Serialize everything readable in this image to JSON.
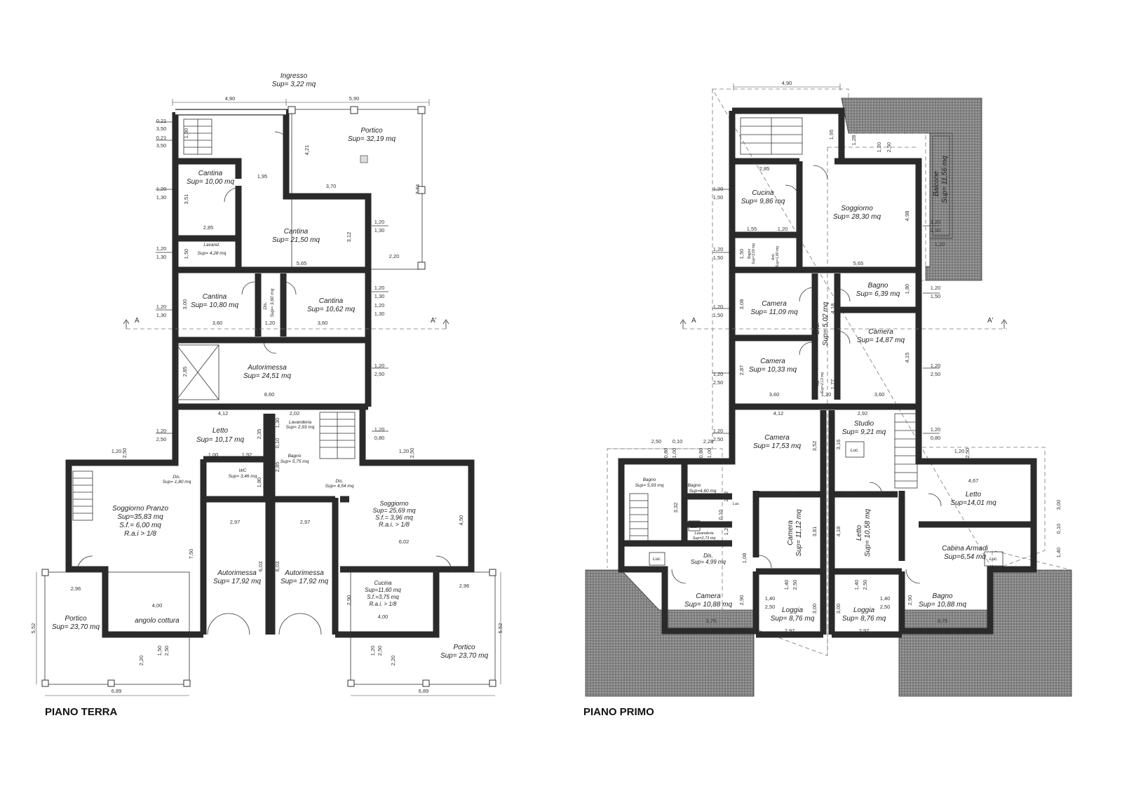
{
  "titles": {
    "ground_floor": "PIANO TERRA",
    "first_floor": "PIANO PRIMO"
  },
  "section_marks": {
    "left": "A",
    "right": "A'"
  },
  "ground_rooms": [
    {
      "name": "Ingresso",
      "area": "Sup= 3,22 mq"
    },
    {
      "name": "Portico",
      "area": "Sup= 32,19 mq"
    },
    {
      "name": "Cantina",
      "area": "Sup= 10,00 mq"
    },
    {
      "name": "Cantina",
      "area": "Sup= 21,50 mq"
    },
    {
      "name": "Lavand.",
      "area": "Sup= 4,28 mq"
    },
    {
      "name": "Cantina",
      "area": "Sup= 10,80 mq"
    },
    {
      "name": "Dis.",
      "area": "Sup= 3,60 mq"
    },
    {
      "name": "Cantina",
      "area": "Sup= 10,62 mq"
    },
    {
      "name": "Autorimessa",
      "area": "Sup= 24,51 mq"
    },
    {
      "name": "Letto",
      "area": "Sup= 10,17 mq"
    },
    {
      "name": "Lavanderia",
      "area": "Sup= 2,93 mq"
    },
    {
      "name": "Bagno",
      "area": "Sup= 5,75 mq"
    },
    {
      "name": "WC",
      "area": "Sup= 3,46 mq"
    },
    {
      "name": "Dis.",
      "area": "Sup= 1,80 mq"
    },
    {
      "name": "Dis.",
      "area": "Sup= 4,54 mq"
    },
    {
      "name": "Soggiorno Pranzo",
      "area": "Sup=35,83 mq",
      "sf": "S.f.= 6,00 mq",
      "rai": "R.a.i > 1/8"
    },
    {
      "name": "Soggiorno",
      "area": "Sup= 25,69 mq",
      "sf": "S.f.= 3,96 mq",
      "rai": "R.a.i. > 1/8"
    },
    {
      "name": "Autorimessa",
      "area": "Sup= 17,92 mq"
    },
    {
      "name": "Autorimessa",
      "area": "Sup= 17,92 mq"
    },
    {
      "name": "Cucina",
      "area": "Sup=11,60 mq",
      "sf": "S.f.=3,75 mq",
      "rai": "R.a.i. > 1/8"
    },
    {
      "name": "Portico",
      "area": "Sup= 23,70 mq"
    },
    {
      "name": "Portico",
      "area": "Sup= 23,70 mq"
    },
    {
      "name": "angolo cottura"
    }
  ],
  "first_rooms": [
    {
      "name": "Cucina",
      "area": "Sup= 9,86 mq"
    },
    {
      "name": "Soggiorno",
      "area": "Sup= 28,30 mq"
    },
    {
      "name": "Balcone",
      "area": "Sup= 11,56 mq"
    },
    {
      "name": "Bagno",
      "area": "Sup=3,59 mq"
    },
    {
      "name": "Anti.",
      "area": "Sup=1,80 mq"
    },
    {
      "name": "Camera",
      "area": "Sup= 11,09 mq"
    },
    {
      "name": "Bagno",
      "area": "Sup= 6,39 mq"
    },
    {
      "name": "Dis.",
      "area": "Sup= 5,02 mq"
    },
    {
      "name": "Camera",
      "area": "Sup= 14,87 mq"
    },
    {
      "name": "Camera",
      "area": "Sup= 10,33 mq"
    },
    {
      "name": "Rip.",
      "area": "Sup=2,13 mq"
    },
    {
      "name": "Camera",
      "area": "Sup= 17,53 mq"
    },
    {
      "name": "Studio",
      "area": "Sup= 9,21 mq"
    },
    {
      "name": "Bagno",
      "area": "Sup= 5,93 mq"
    },
    {
      "name": "Bagno",
      "area": "Sup=4,60 mq"
    },
    {
      "name": "Lavanderia",
      "area": "Sup=2,73 mq"
    },
    {
      "name": "Camera",
      "area": "Sup= 11,12 mq"
    },
    {
      "name": "Letto",
      "area": "Sup= 10,58 mq"
    },
    {
      "name": "Letto",
      "area": "Sup=14,01 mq"
    },
    {
      "name": "Cabina Armadi",
      "area": "Sup=6,54 mq"
    },
    {
      "name": "Dis.",
      "area": "Sup= 4,99 mq"
    },
    {
      "name": "Camera",
      "area": "Sup= 10,88 mq"
    },
    {
      "name": "Loggia",
      "area": "Sup= 8,76 mq"
    },
    {
      "name": "Loggia",
      "area": "Sup= 8,76 mq"
    },
    {
      "name": "Bagno",
      "area": "Sup= 10,88 mq"
    },
    {
      "name": "Luc."
    },
    {
      "name": "Luc."
    },
    {
      "name": "Luc."
    },
    {
      "name": "Luc."
    },
    {
      "name": "Luc."
    }
  ],
  "ground_dims": [
    "4,90",
    "5,90",
    "0,21",
    "3,50",
    "0,21",
    "3,50",
    "1,90",
    "4,21",
    "7,74",
    "1,95",
    "3,70",
    "1,20",
    "1,30",
    "3,51",
    "2,85",
    "1,20",
    "1,30",
    "1,20",
    "1,30",
    "1,50",
    "5,65",
    "2,20",
    "3,12",
    "1,20",
    "1,30",
    "3,00",
    "3,60",
    "1,20",
    "3,60",
    "1,20",
    "1,30",
    "1,20",
    "1,30",
    "2,85",
    "1,20",
    "2,50",
    "8,60",
    "4,12",
    "2,02",
    "1,20",
    "2,50",
    "1,30",
    "1,20",
    "0,80",
    "2,35",
    "0,10",
    "2,85",
    "1,00",
    "1,92",
    "1,20",
    "2,50",
    "1,20",
    "2,50",
    "1,80",
    "2,97",
    "2,97",
    "4,50",
    "6,02",
    "7,50",
    "6,03",
    "6,03",
    "2,96",
    "2,96",
    "4,00",
    "2,90",
    "4,00",
    "5,52",
    "5,52",
    "2,20",
    "1,50",
    "2,50",
    "2,20",
    "1,20",
    "2,50",
    "6,89",
    "6,89"
  ],
  "first_dims": [
    "4,90",
    "1,95",
    "1,28",
    "1,20",
    "2,50",
    "2,85",
    "1,20",
    "1,50",
    "4,98",
    "1,20",
    "2,50",
    "1,20",
    "1,55",
    "1,20",
    "1,20",
    "1,50",
    "1,50",
    "5,65",
    "1,20",
    "1,50",
    "3,08",
    "1,80",
    "1,20",
    "1,50",
    "4,18",
    "2,87",
    "1,20",
    "2,50",
    "4,15",
    "1,20",
    "2,50",
    "3,60",
    "1,20",
    "1,77",
    "3,60",
    "4,12",
    "2,92",
    "1,20",
    "2,50",
    "2,50",
    "0,10",
    "2,28",
    "3,52",
    "3,16",
    "1,20",
    "0,80",
    "0,80",
    "1,00",
    "0,80",
    "1,00",
    "1,20",
    "2,50",
    "4,67",
    "3,32",
    "2,02",
    "2,92",
    "1,82",
    "3,00",
    "0,10",
    "1,40",
    "0,10",
    "1,20",
    "3,81",
    "4,18",
    "1,08",
    "1,40",
    "2,50",
    "1,40",
    "2,50",
    "1,40",
    "2,50",
    "2,90",
    "1,40",
    "2,50",
    "3,00",
    "3,00",
    "2,90",
    "3,75",
    "2,97",
    "2,97",
    "3,75"
  ]
}
